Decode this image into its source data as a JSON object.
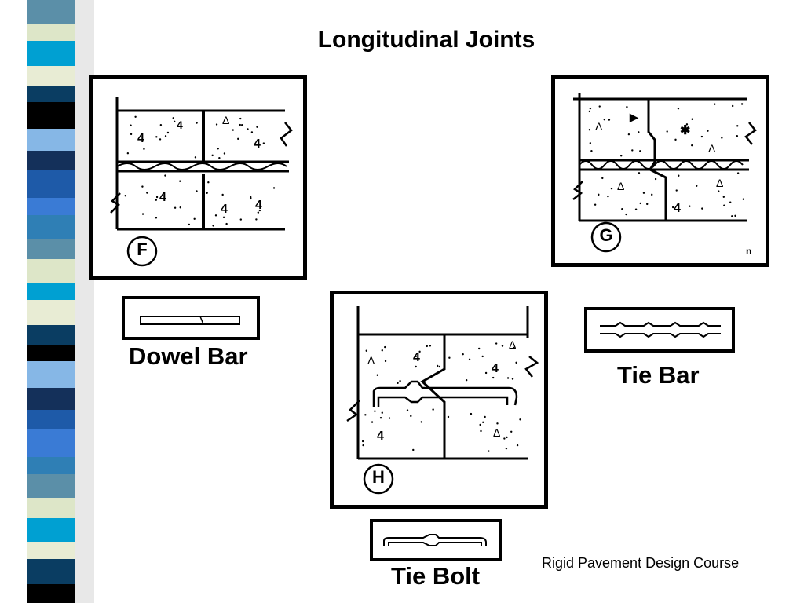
{
  "slide": {
    "title": "Longitudinal Joints",
    "footer": "Rigid Pavement Design Course"
  },
  "joints": [
    {
      "id": "F",
      "letter": "F",
      "bar_label": "Dowel Bar"
    },
    {
      "id": "G",
      "letter": "G",
      "bar_label": "Tie Bar"
    },
    {
      "id": "H",
      "letter": "H",
      "bar_label": "Tie Bolt"
    }
  ],
  "colors": {
    "stripe": [
      "#5b8fa8",
      "#0a3d62",
      "#1e5aa8",
      "#dde6c8",
      "#000000",
      "#3a7bd5",
      "#00a0d2",
      "#86b7e6",
      "#2f7fb5",
      "#e8ecd4",
      "#14305a"
    ],
    "ink": "#000000"
  }
}
